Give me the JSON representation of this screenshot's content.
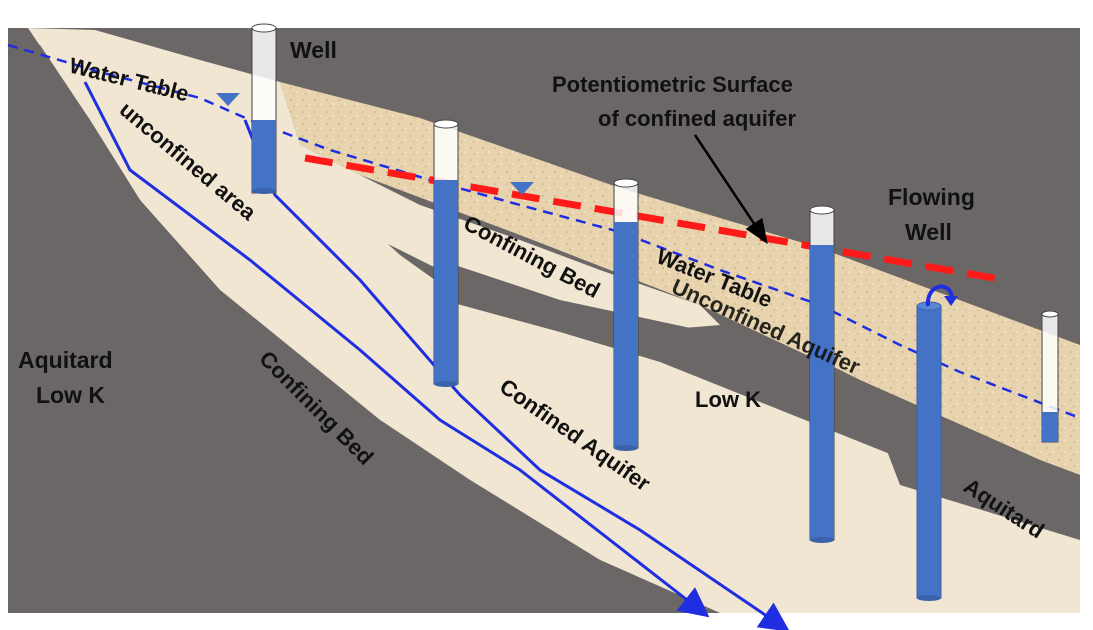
{
  "labels": {
    "well": "Well",
    "water_table_top": "Water Table",
    "unconfined_area": "unconfined area",
    "potentiometric_line1": "Potentiometric Surface",
    "potentiometric_line2": "of confined aquifer",
    "flowing_well_line1": "Flowing",
    "flowing_well_line2": "Well",
    "confining_bed_right": "Confining Bed",
    "water_table_right": "Water Table",
    "unconfined_aquifer": "Unconfined Aquifer",
    "aquitard_low_k_line1": "Aquitard",
    "aquitard_low_k_line2": "Low K",
    "confining_bed_left": "Confining Bed",
    "confined_aquifer": "Confined Aquifer",
    "low_k": "Low K",
    "aquitard": "Aquitard"
  },
  "colors": {
    "aquitard": "#6b6766",
    "sand": "#f1e6d2",
    "sand_surface": "#e4cfa8",
    "water": "#4472c4",
    "flow_line": "#1f2ee0",
    "potentiometric": "#ff1a1a",
    "well_casing": "#ffffff"
  }
}
